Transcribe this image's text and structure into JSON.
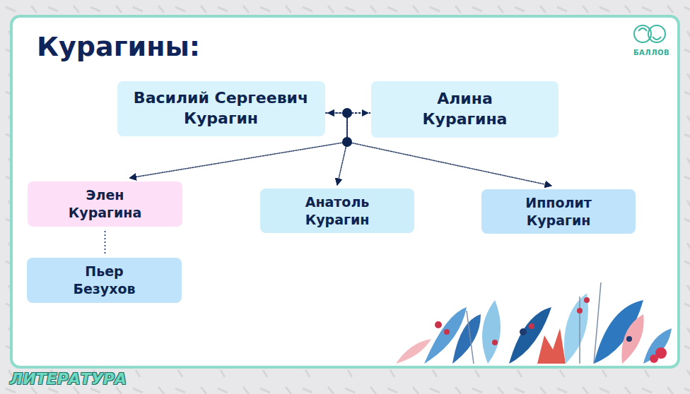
{
  "diagram": {
    "title": "Курагины:",
    "nodes": [
      {
        "text": [
          "Василий Сергеевич Курагин"
        ]
      },
      {
        "text": [
          "Алина Курагина"
        ]
      },
      {
        "text": [
          "Элен Курагина"
        ]
      },
      {
        "text": [
          "Анатоль Курагин"
        ]
      },
      {
        "text": [
          "Ипполит Курагин"
        ]
      },
      {
        "text": [
          "Пьер Безухов"
        ]
      }
    ],
    "edges": [
      {
        "from": 0,
        "to": 1,
        "arrow": "both"
      },
      {
        "from": 0,
        "to": 2,
        "arrow": "to"
      },
      {
        "from": 0,
        "to": 3,
        "arrow": "to"
      },
      {
        "from": 0,
        "to": 4,
        "arrow": "to"
      },
      {
        "from": 1,
        "to": 2,
        "arrow": "to"
      },
      {
        "from": 1,
        "to": 3,
        "arrow": "to"
      },
      {
        "from": 1,
        "to": 4,
        "arrow": "to"
      },
      {
        "from": 2,
        "to": 5,
        "arrow": "none"
      }
    ],
    "labels": [
      "БАЛЛОВ",
      "ЛИТЕРАТУРА"
    ]
  }
}
